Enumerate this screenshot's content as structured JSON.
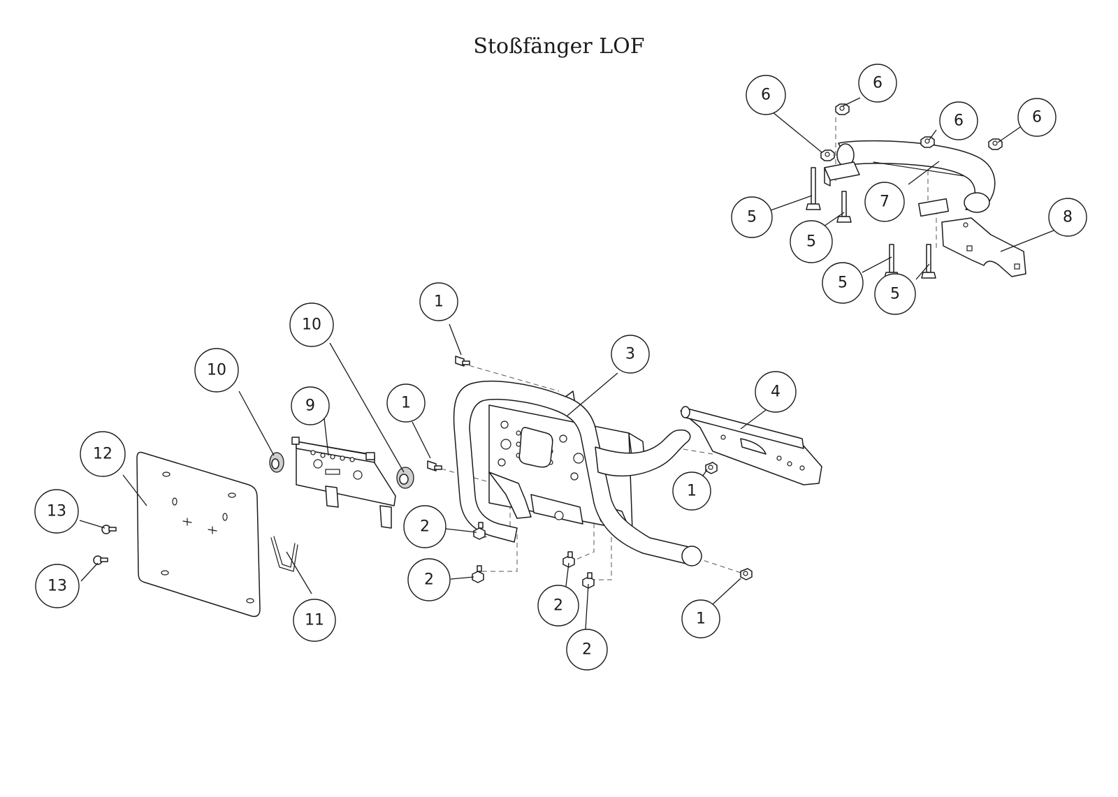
{
  "title": "Stoßfänger LOF",
  "callouts": [
    {
      "id": "c1a",
      "label": "1"
    },
    {
      "id": "c1b",
      "label": "1"
    },
    {
      "id": "c1c",
      "label": "1"
    },
    {
      "id": "c1d",
      "label": "1"
    },
    {
      "id": "c2a",
      "label": "2"
    },
    {
      "id": "c2b",
      "label": "2"
    },
    {
      "id": "c2c",
      "label": "2"
    },
    {
      "id": "c2d",
      "label": "2"
    },
    {
      "id": "c3",
      "label": "3"
    },
    {
      "id": "c4",
      "label": "4"
    },
    {
      "id": "c5a",
      "label": "5"
    },
    {
      "id": "c5b",
      "label": "5"
    },
    {
      "id": "c5c",
      "label": "5"
    },
    {
      "id": "c5d",
      "label": "5"
    },
    {
      "id": "c6a",
      "label": "6"
    },
    {
      "id": "c6b",
      "label": "6"
    },
    {
      "id": "c6c",
      "label": "6"
    },
    {
      "id": "c6d",
      "label": "6"
    },
    {
      "id": "c7",
      "label": "7"
    },
    {
      "id": "c8",
      "label": "8"
    },
    {
      "id": "c9",
      "label": "9"
    },
    {
      "id": "c10a",
      "label": "10"
    },
    {
      "id": "c10b",
      "label": "10"
    },
    {
      "id": "c11",
      "label": "11"
    },
    {
      "id": "c12",
      "label": "12"
    },
    {
      "id": "c13a",
      "label": "13"
    },
    {
      "id": "c13b",
      "label": "13"
    }
  ]
}
